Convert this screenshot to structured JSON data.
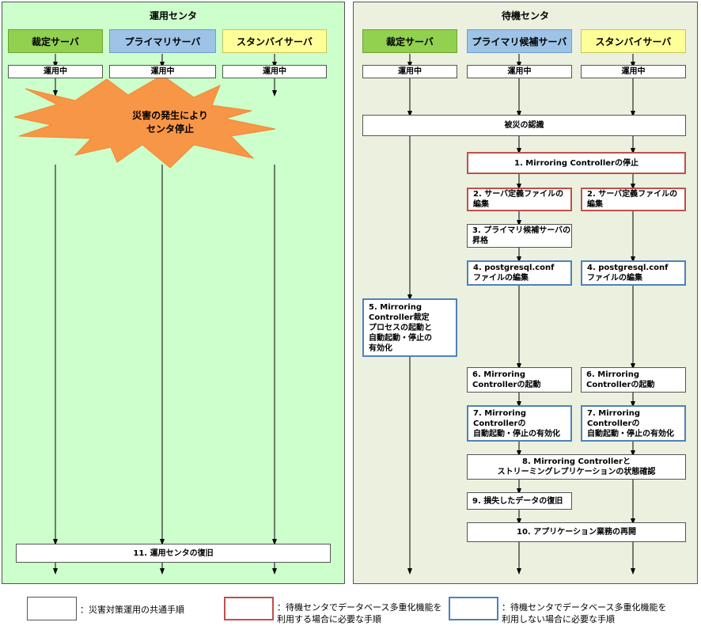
{
  "left_center": {
    "title": "運用センタ",
    "servers": [
      "裁定サーバ",
      "プライマリサーバ",
      "スタンバイサーバ"
    ],
    "status": [
      "運用中",
      "運用中",
      "運用中"
    ],
    "disaster": "災害の発生により\nセンタ停止",
    "recover": "11. 運用センタの復旧"
  },
  "right_center": {
    "title": "待機センタ",
    "servers": [
      "裁定サーバ",
      "プライマリ候補サーバ",
      "スタンバイサーバ"
    ],
    "status": [
      "運用中",
      "運用中",
      "運用中"
    ],
    "steps": {
      "recognize": "被災の認識",
      "s1": "1. Mirroring Controllerの停止",
      "s2a": "2. サーバ定義ファイルの\n編集",
      "s2b": "2. サーバ定義ファイルの\n編集",
      "s3": "3. プライマリ候補サーバの\n昇格",
      "s4a": "4. postgresql.conf\nファイルの編集",
      "s4b": "4. postgresql.conf\nファイルの編集",
      "s5": "5. Mirroring\nController裁定\nプロセスの起動と\n自動起動・停止の\n有効化",
      "s6a": "6. Mirroring\nControllerの起動",
      "s6b": "6. Mirroring\nControllerの起動",
      "s7a": "7. Mirroring\nControllerの\n自動起動・停止の有効化",
      "s7b": "7. Mirroring\nControllerの\n自動起動・停止の有効化",
      "s8": "8. Mirroring Controllerと\nストリーミングレプリケーションの状態確認",
      "s9": "9. 損失したデータの復旧",
      "s10": "10. アプリケーション業務の再開"
    }
  },
  "legend": {
    "common": "：災害対策運用の共通手順",
    "red": "：待機センタでデータベース多重化機能を\n利用する場合に必要な手順",
    "blue": "：待機センタでデータベース多重化機能を\n利用しない場合に必要な手順"
  },
  "colors": {
    "left_panel_bg": "#ccffcc",
    "right_panel_bg": "#ebf1de",
    "burst": "#f79646",
    "red_border": "#c0504d",
    "blue_border": "#4f81bd"
  }
}
